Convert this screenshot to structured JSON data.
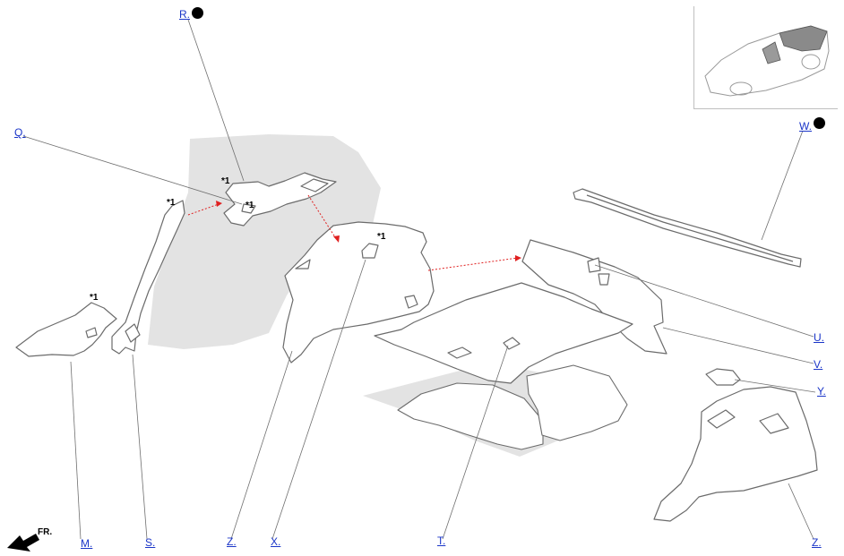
{
  "callouts": {
    "R": "R.",
    "Q": "Q.",
    "W": "W.",
    "U": "U.",
    "V": "V.",
    "Y": "Y.",
    "M": "M.",
    "S": "S.",
    "Z1": "Z.",
    "X": "X.",
    "T": "T.",
    "Z2": "Z."
  },
  "star_marks": {
    "s1": "*1",
    "s2": "*1",
    "s3": "*1",
    "s4": "*1",
    "s5": "*1"
  },
  "orientation": {
    "front_label": "FR."
  },
  "icons": {
    "required_mark": "filled-circle-icon",
    "front_arrow": "front-direction-arrow-icon",
    "locator": "vehicle-locator-thumbnail"
  },
  "colors": {
    "callout_link": "#1a35c8",
    "part_outline": "#6b6b6b",
    "body_shading": "#e3e3e3",
    "installation_arrow": "#e02020"
  }
}
